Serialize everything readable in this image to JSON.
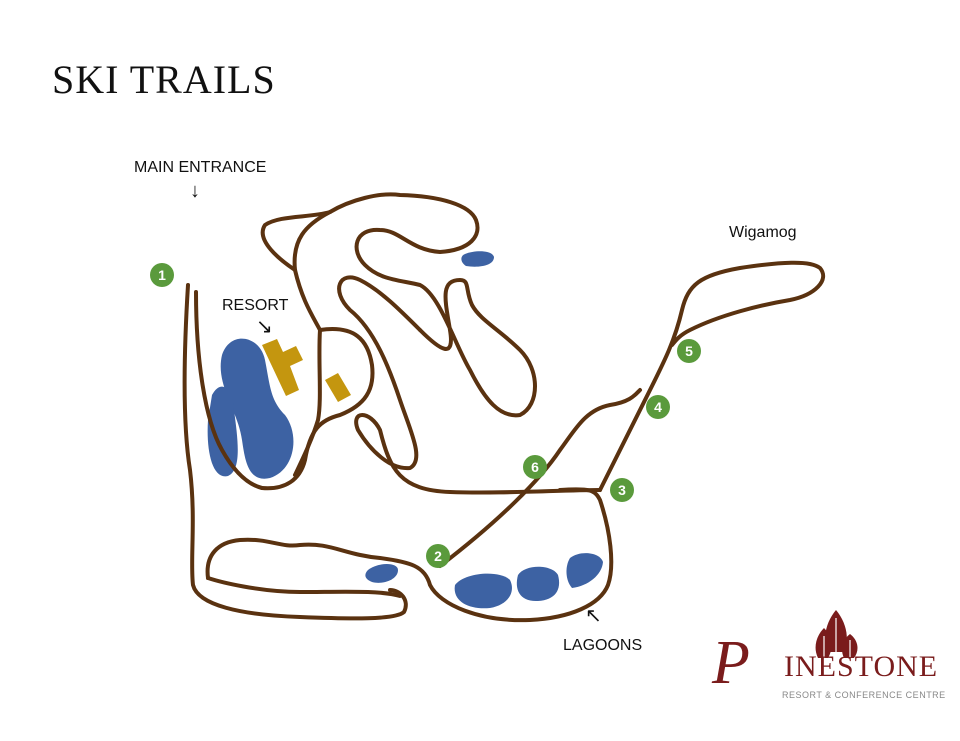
{
  "title": "SKI TRAILS",
  "labels": {
    "main_entrance": "MAIN ENTRANCE",
    "resort": "RESORT",
    "wigamog": "Wigamog",
    "lagoons": "LAGOONS"
  },
  "arrows": {
    "down": "↓",
    "down_right": "↘",
    "up_left": "↖"
  },
  "markers": [
    "1",
    "2",
    "3",
    "4",
    "5",
    "6"
  ],
  "logo": {
    "initial": "P",
    "name": "INESTONE",
    "subtitle": "RESORT & CONFERENCE CENTRE"
  },
  "colors": {
    "trail": "#5a3210",
    "water": "#3d62a3",
    "building": "#c4960f",
    "marker": "#5a9a3c",
    "brand": "#7a1c1c"
  }
}
